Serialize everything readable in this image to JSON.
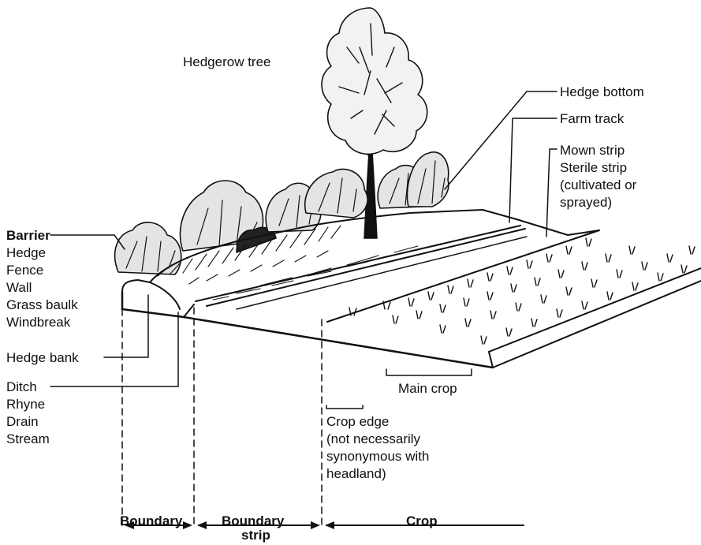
{
  "labels": {
    "hedgerow_tree": "Hedgerow tree",
    "hedge_bottom": "Hedge bottom",
    "farm_track": "Farm track",
    "mown_strip": "Mown strip",
    "sterile_strip": "Sterile strip",
    "cultivated_or": "(cultivated or",
    "sprayed": "sprayed)",
    "barrier": "Barrier",
    "hedge": "Hedge",
    "fence": "Fence",
    "wall": "Wall",
    "grass_baulk": "Grass baulk",
    "windbreak": "Windbreak",
    "hedge_bank": "Hedge bank",
    "ditch": "Ditch",
    "rhyne": "Rhyne",
    "drain": "Drain",
    "stream": "Stream",
    "main_crop": "Main crop",
    "crop_edge": "Crop edge",
    "crop_edge_note_1": "(not necessarily",
    "crop_edge_note_2": "synonymous with",
    "crop_edge_note_3": "headland)",
    "boundary": "Boundary",
    "boundary_strip_1": "Boundary",
    "boundary_strip_2": "strip",
    "crop": "Crop"
  },
  "colors": {
    "ink": "#111111",
    "paper": "#ffffff"
  }
}
